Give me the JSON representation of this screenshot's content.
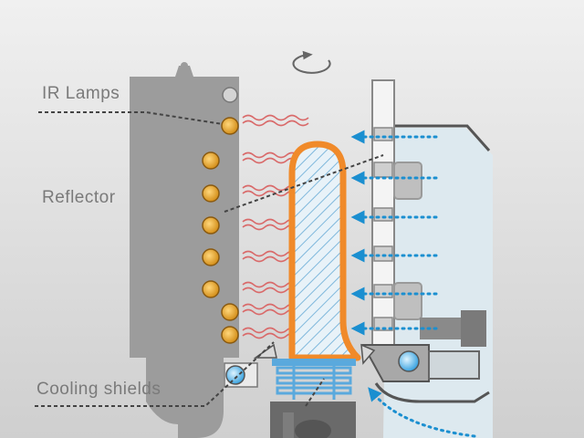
{
  "labels": {
    "ir_lamps": "IR Lamps",
    "reflector": "Reflector",
    "cooling_shields": "Cooling shields"
  },
  "icons": {
    "rotation": "rotation-arrow-icon"
  },
  "colors": {
    "lamp": "#e6a630",
    "ir_wave": "#d96a6a",
    "preform_outline": "#f08a2a",
    "air_flow": "#1b8fd0",
    "housing": "#9a9a9a",
    "chamber": "#dfe9ee"
  }
}
